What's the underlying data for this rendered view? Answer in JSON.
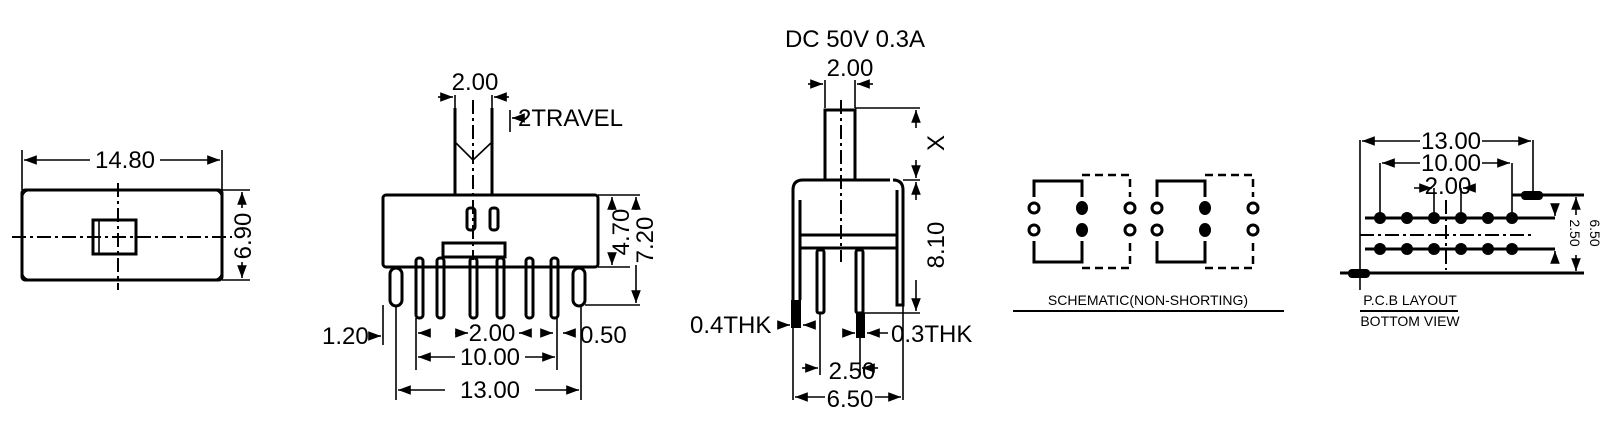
{
  "top_view": {
    "width_dim": "14.80",
    "height_dim": "6.90"
  },
  "front_view": {
    "actuator_dim": "2.00",
    "travel": "2TRAVEL",
    "body_height_dim": "4.70",
    "total_height_dim": "7.20",
    "pin_width_dim": "1.20",
    "pin_pitch_dim": "2.00",
    "pin_thk_dim": "0.50",
    "inner_span_dim": "10.00",
    "outer_span_dim": "13.00"
  },
  "side_view": {
    "rating": "DC  50V  0.3A",
    "actuator_dim": "2.00",
    "actuator_height": "X",
    "height_dim": "8.10",
    "thk_left": "0.4THK",
    "thk_right": "0.3THK",
    "pitch_dim": "2.50",
    "width_dim": "6.50"
  },
  "schematic": {
    "label": "SCHEMATIC(NON-SHORTING)"
  },
  "pcb": {
    "outer_dim": "13.00",
    "inner_dim": "10.00",
    "pitch_dim": "2.00",
    "row_dim": "2.50",
    "pad_dim": "6.50",
    "label": "P.C.B LAYOUT",
    "sublabel": "BOTTOM VIEW"
  }
}
